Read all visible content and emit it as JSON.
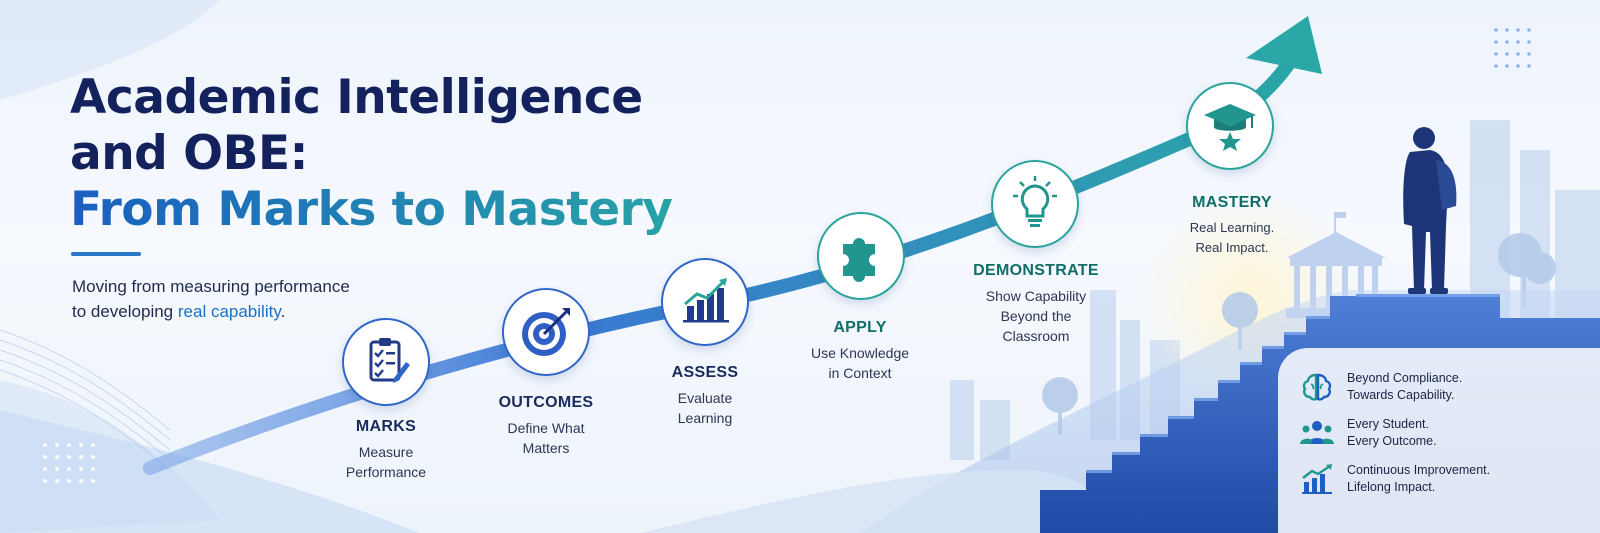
{
  "header": {
    "title_line1": "Academic Intelligence",
    "title_line2": "and OBE:",
    "subtitle": "From Marks to Mastery",
    "tagline_line1": "Moving from measuring performance",
    "tagline_line2_prefix": "to developing ",
    "tagline_highlight": "real capability",
    "tagline_suffix": "."
  },
  "steps": [
    {
      "name": "MARKS",
      "desc_line1": "Measure",
      "desc_line2": "Performance",
      "icon": "clipboard-checklist-icon"
    },
    {
      "name": "OUTCOMES",
      "desc_line1": "Define What",
      "desc_line2": "Matters",
      "icon": "target-icon"
    },
    {
      "name": "ASSESS",
      "desc_line1": "Evaluate",
      "desc_line2": "Learning",
      "icon": "bar-chart-icon"
    },
    {
      "name": "APPLY",
      "desc_line1": "Use Knowledge",
      "desc_line2": "in Context",
      "icon": "puzzle-piece-icon"
    },
    {
      "name": "DEMONSTRATE",
      "desc_line1": "Show Capability",
      "desc_line2": "Beyond the",
      "desc_line3": "Classroom",
      "icon": "lightbulb-icon"
    },
    {
      "name": "MASTERY",
      "desc_line1": "Real Learning.",
      "desc_line2": "Real Impact.",
      "icon": "graduation-cap-icon"
    }
  ],
  "panel": [
    {
      "line1": "Beyond Compliance.",
      "line2": "Towards Capability.",
      "icon": "brain-icon"
    },
    {
      "line1": "Every Student.",
      "line2": "Every Outcome.",
      "icon": "people-icon"
    },
    {
      "line1": "Continuous Improvement.",
      "line2": "Lifelong Impact.",
      "icon": "growth-chart-icon"
    }
  ],
  "colors": {
    "navy": "#13225c",
    "blue": "#2f66c8",
    "teal": "#2aa39a",
    "highlight": "#1c6fc6"
  }
}
